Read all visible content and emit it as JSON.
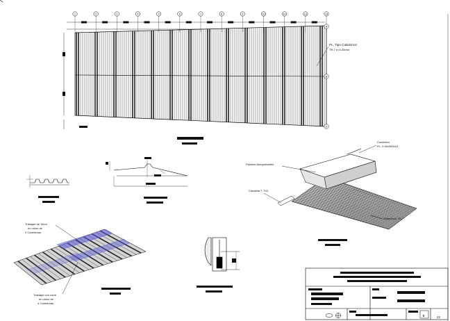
{
  "plan": {
    "grid_numbers": [
      "1",
      "2",
      "3",
      "4",
      "5",
      "6",
      "7",
      "8",
      "9",
      "10",
      "11",
      "12",
      "13"
    ],
    "grid_letters": [
      "A",
      "B",
      "C"
    ],
    "callout_line1": "PL. Tipo Calaminon",
    "callout_line2": "TR-7  e=0.40mm"
  },
  "iso": {
    "callout_top_line1": "Cumbrera",
    "callout_top_line2": "PL. 0.40x305x15",
    "callout_panel": "Paneles Autoportantes",
    "callout_corrugated": "Calaminon TR-7",
    "callout_gutter": "Canaleta T. Tx3"
  },
  "overlap": {
    "callout_top_line1": "Traslape de 15cm",
    "callout_top_line2": "en union de",
    "callout_top_line3": "2 Coberturas",
    "callout_bottom_line1": "Traslape con corte",
    "callout_bottom_line2": "en union de",
    "callout_bottom_line3": "4 Coberturas"
  },
  "title_block": {
    "sheet_letter": "B",
    "sheet_number": "22"
  },
  "colors": {
    "line": "#000000",
    "overlap_highlight": "#5a5ad8",
    "roof_fill": "#d8d8d8"
  }
}
